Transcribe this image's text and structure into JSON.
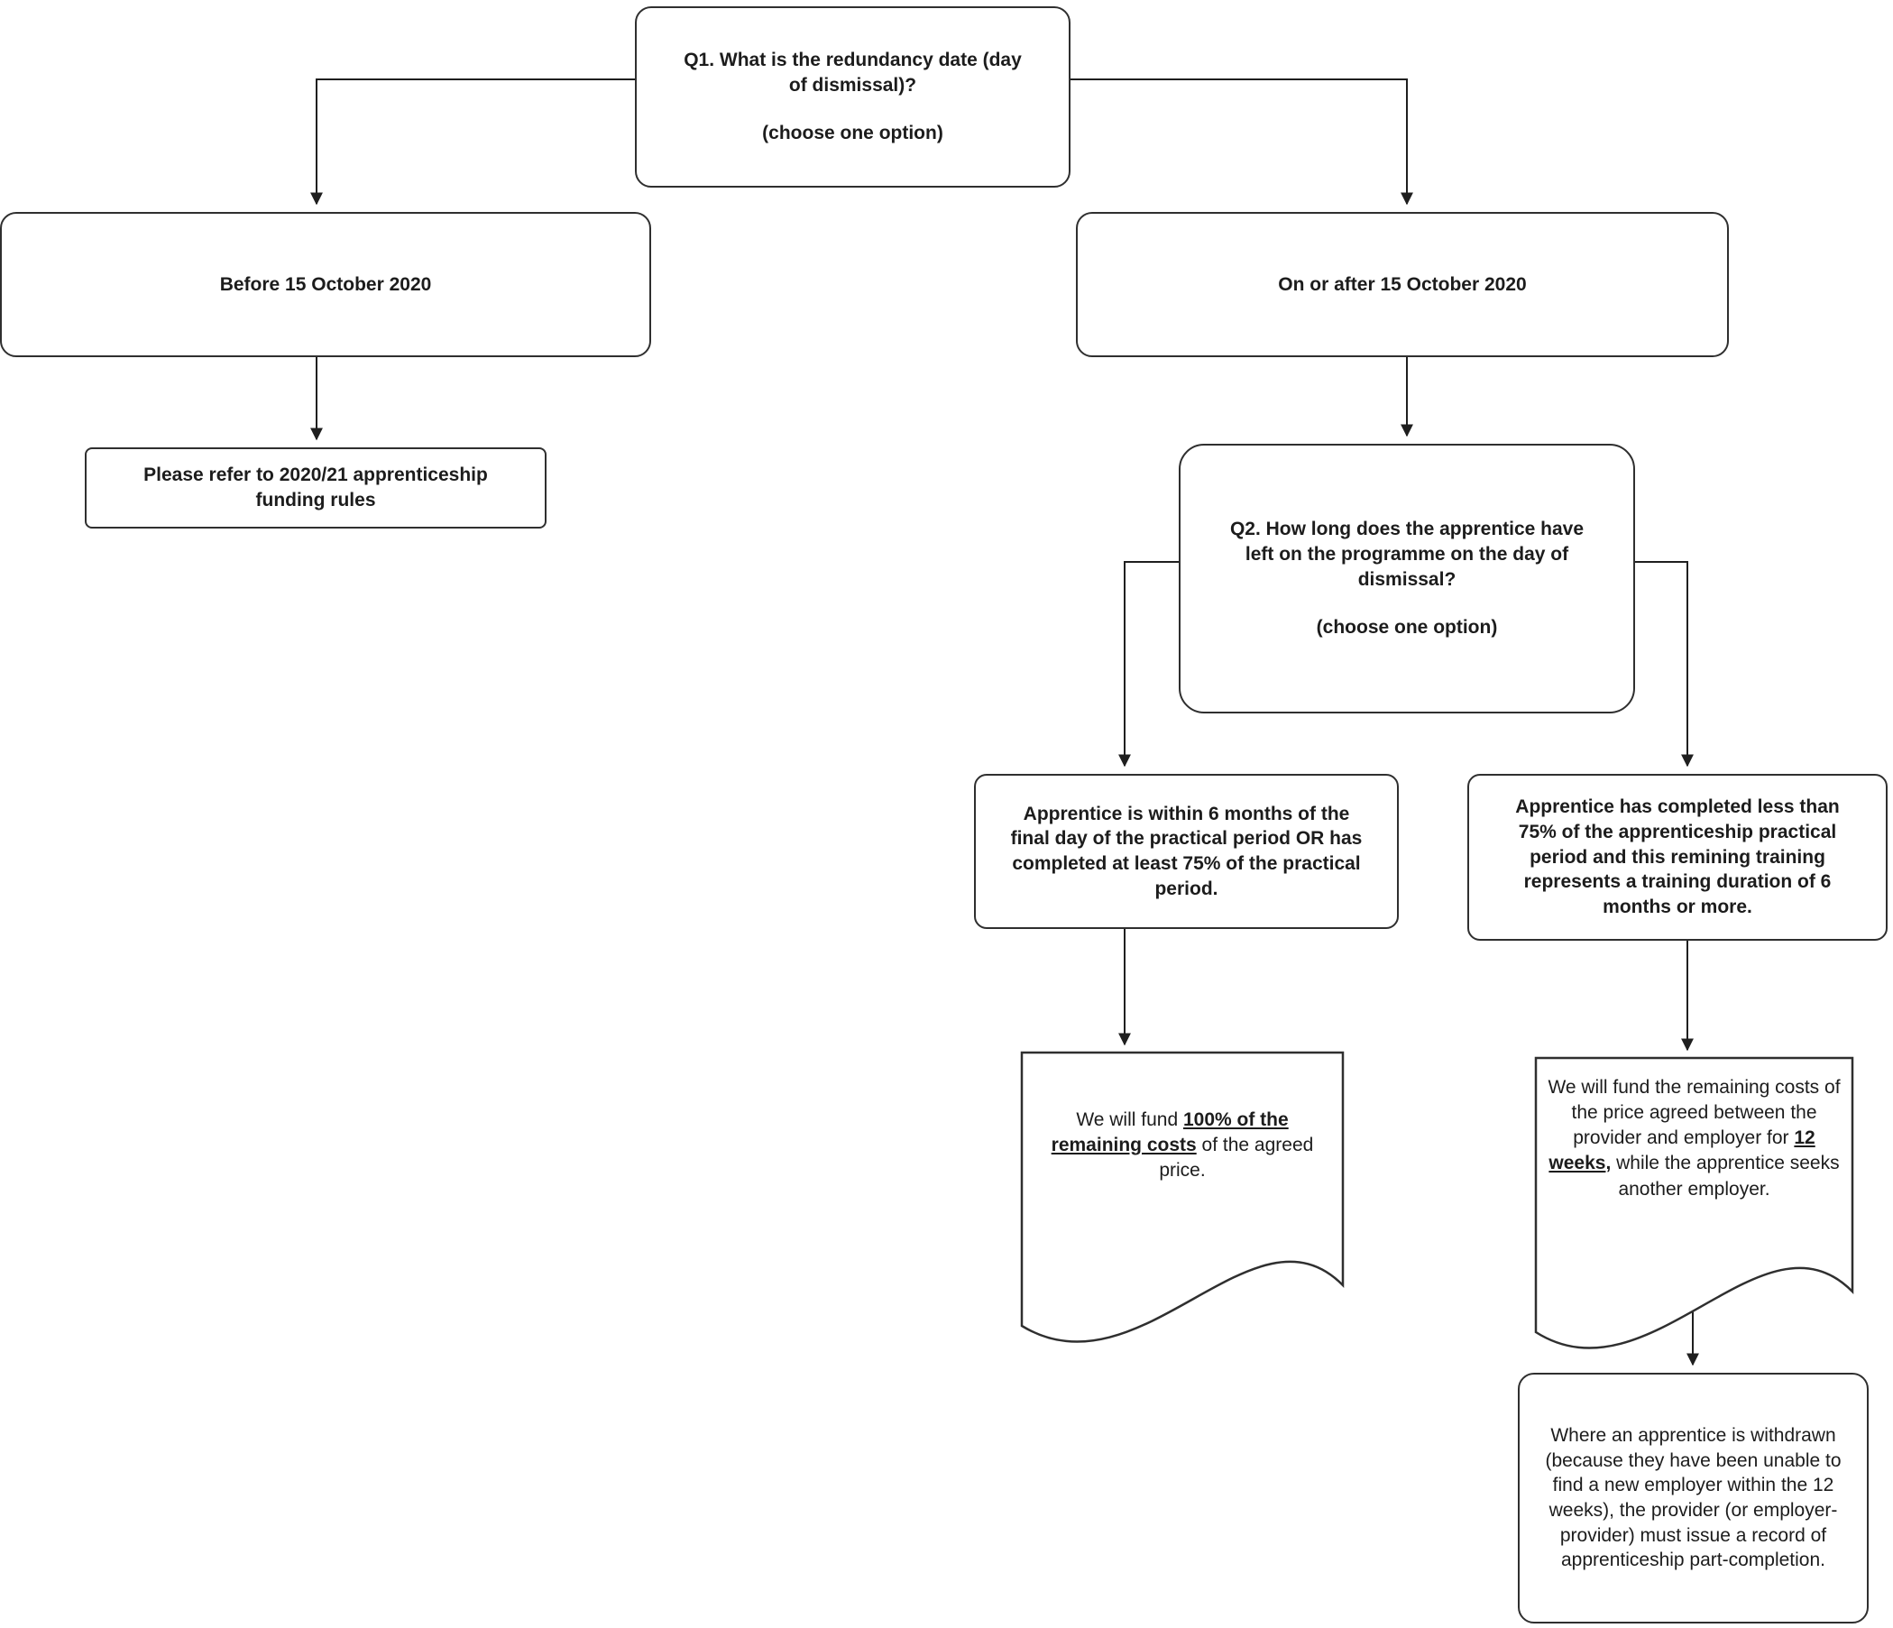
{
  "colors": {
    "border": "#2f2f2f",
    "text": "#1c1c1c",
    "background": "#ffffff"
  },
  "flowchart": {
    "q1": {
      "title": "Q1. What is the redundancy date (day of dismissal)?",
      "subtitle": "(choose one option)"
    },
    "branch_before": {
      "label": "Before 15 October 2020"
    },
    "refer": {
      "label": "Please refer to 2020/21 apprenticeship funding rules"
    },
    "branch_after": {
      "label": "On or after 15 October 2020"
    },
    "q2": {
      "title": "Q2. How long does the apprentice have left on the programme on the day of dismissal?",
      "subtitle": "(choose one option)"
    },
    "option_within_6": {
      "label": "Apprentice is within 6 months of the final day of the practical period OR has completed at least 75% of the practical period."
    },
    "option_less_75": {
      "label": "Apprentice has completed less than 75% of the apprenticeship practical period and this remining training represents a training duration of 6 months or more."
    },
    "fund_100": {
      "rich": [
        {
          "t": "We will fund "
        },
        {
          "t": "100% of the remaining costs",
          "b": true,
          "u": true
        },
        {
          "t": " of the agreed price."
        }
      ]
    },
    "fund_12_weeks": {
      "rich": [
        {
          "t": "We will fund the remaining costs of the price agreed between the provider and employer for "
        },
        {
          "t": "12 weeks",
          "b": true,
          "u": true
        },
        {
          "t": ",",
          "b": true
        },
        {
          "t": " while the apprentice seeks another employer."
        }
      ]
    },
    "withdrawn": {
      "label": "Where an apprentice is withdrawn (because they have been unable to find a new employer within the 12 weeks), the provider (or employer-provider) must issue a record of apprenticeship part-completion."
    }
  }
}
